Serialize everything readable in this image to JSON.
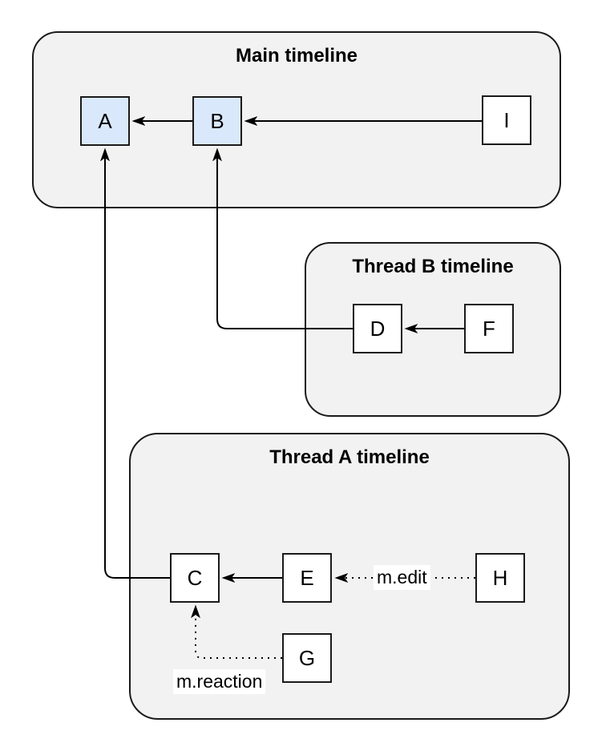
{
  "diagram": {
    "containers": [
      {
        "id": "main",
        "title": "Main timeline"
      },
      {
        "id": "thread-b",
        "title": "Thread B timeline"
      },
      {
        "id": "thread-a",
        "title": "Thread A timeline"
      }
    ],
    "nodes": [
      {
        "label": "A",
        "highlighted": true,
        "container": "main"
      },
      {
        "label": "B",
        "highlighted": true,
        "container": "main"
      },
      {
        "label": "I",
        "highlighted": false,
        "container": "main"
      },
      {
        "label": "D",
        "highlighted": false,
        "container": "thread-b"
      },
      {
        "label": "F",
        "highlighted": false,
        "container": "thread-b"
      },
      {
        "label": "C",
        "highlighted": false,
        "container": "thread-a"
      },
      {
        "label": "E",
        "highlighted": false,
        "container": "thread-a"
      },
      {
        "label": "H",
        "highlighted": false,
        "container": "thread-a"
      },
      {
        "label": "G",
        "highlighted": false,
        "container": "thread-a"
      }
    ],
    "edges": [
      {
        "from": "B",
        "to": "A",
        "style": "solid",
        "label": ""
      },
      {
        "from": "I",
        "to": "B",
        "style": "solid",
        "label": ""
      },
      {
        "from": "F",
        "to": "D",
        "style": "solid",
        "label": ""
      },
      {
        "from": "E",
        "to": "C",
        "style": "solid",
        "label": ""
      },
      {
        "from": "D",
        "to": "B",
        "style": "solid",
        "label": ""
      },
      {
        "from": "C",
        "to": "A",
        "style": "solid",
        "label": ""
      },
      {
        "from": "H",
        "to": "E",
        "style": "dotted",
        "label": "m.edit"
      },
      {
        "from": "G",
        "to": "C",
        "style": "dotted",
        "label": "m.reaction"
      }
    ],
    "colors": {
      "page_bg": "#ffffff",
      "container_fill": "#f2f2f2",
      "container_stroke": "#1a1a1a",
      "node_fill": "#ffffff",
      "node_stroke": "#1a1a1a",
      "highlight_fill": "#dae8fc",
      "edge_color": "#000000",
      "label_bg": "#ffffff",
      "text": "#000000"
    }
  }
}
